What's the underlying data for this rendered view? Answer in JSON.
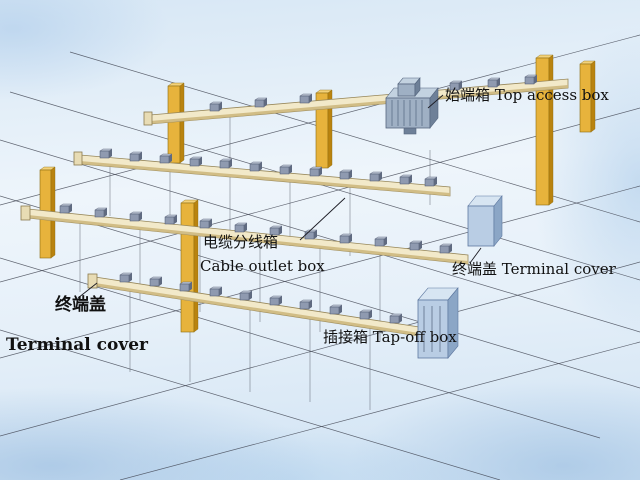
{
  "colors": {
    "grid_line": "#3f4350",
    "column_face": "#e7b33c",
    "column_side": "#b9830f",
    "beam_face": "#f2e9c9",
    "beam_shadow": "#cdb87e",
    "unit_face": "#8f9ab0",
    "unit_dark": "#5f6a80",
    "box_face": "#b9cde4",
    "box_side": "#8ba6c6",
    "box_top": "#d7e5f2",
    "text": "#111111"
  },
  "labels": {
    "top_access_box": "始端箱 Top access box",
    "cable_outlet_box_zh": "电缆分线箱",
    "cable_outlet_box_en": "Cable outlet box",
    "terminal_cover_right": "终端盖 Terminal cover",
    "terminal_cover_left_zh": "终端盖",
    "terminal_cover_left_en": "Terminal cover",
    "tap_off_box": "插接箱 Tap-off box"
  }
}
